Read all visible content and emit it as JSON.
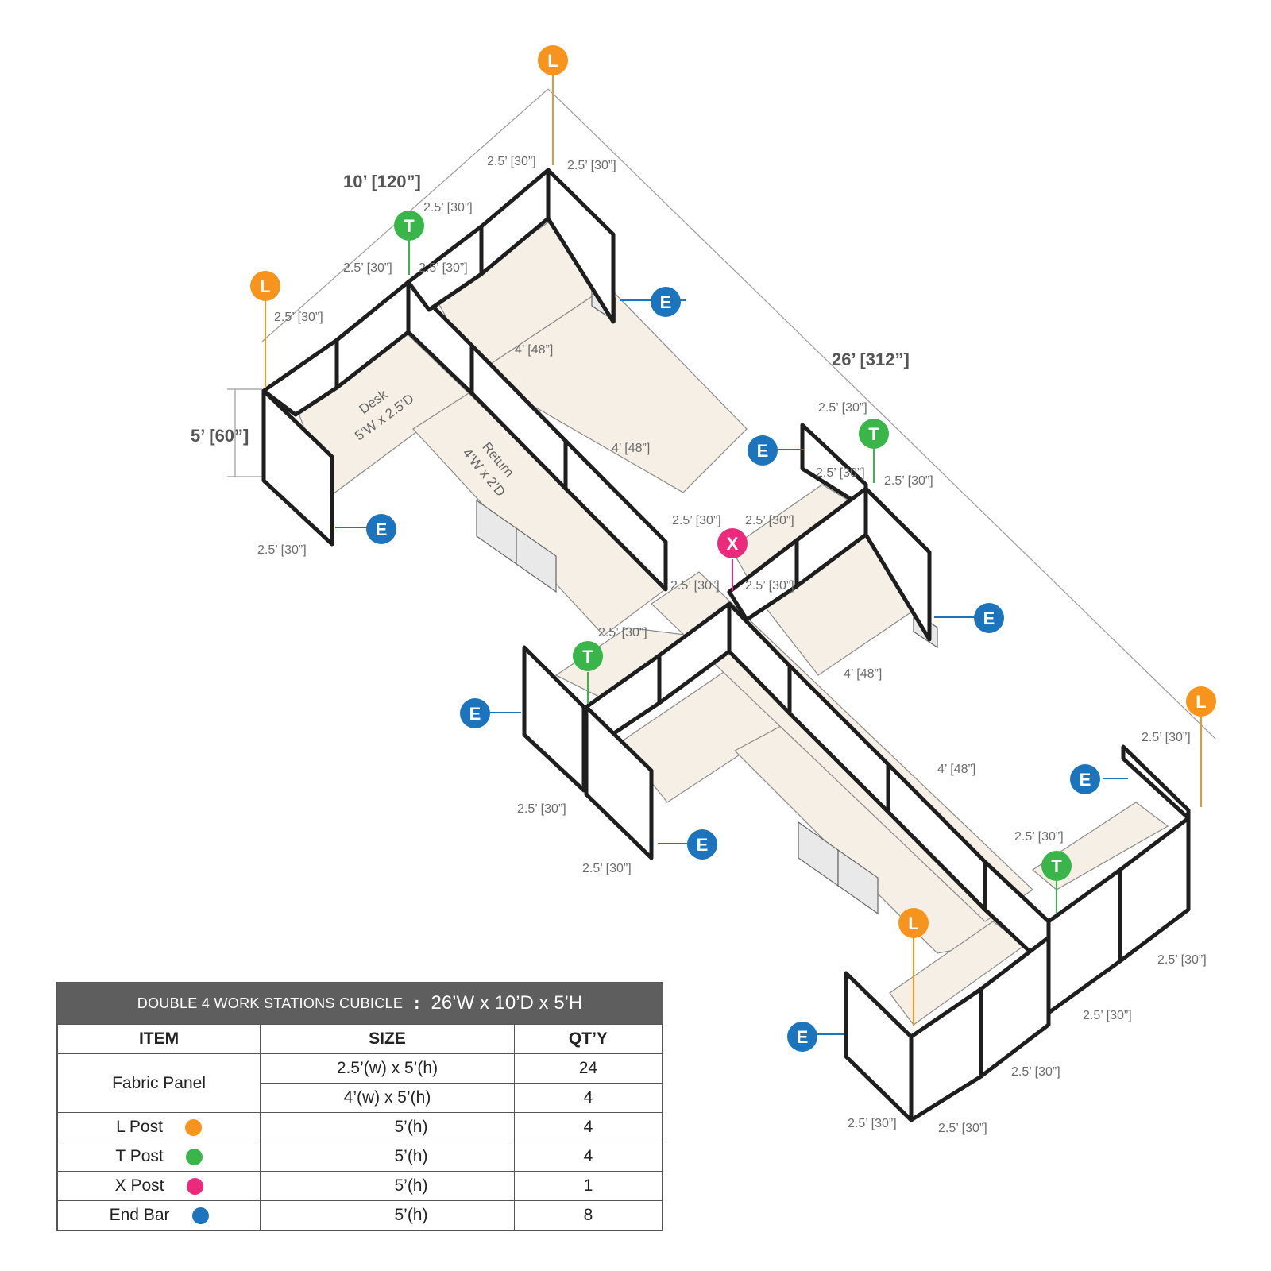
{
  "dimensions": {
    "depth": "10’ [120”]",
    "width": "26’ [312”]",
    "height": "5’ [60”]",
    "seg_30": "2.5’ [30”]",
    "seg_48": "4’ [48”]"
  },
  "desk_label": {
    "line1": "Desk",
    "line2": "5’W x 2.5’D"
  },
  "return_label": {
    "line1": "Return",
    "line2": "4’W x 2’D"
  },
  "post_letters": {
    "l": "L",
    "t": "T",
    "x": "X",
    "e": "E"
  },
  "colors": {
    "l_post": "#f7941d",
    "t_post": "#39b54a",
    "x_post": "#ec2a7b",
    "end_bar": "#1c75bc",
    "surface": "#f6efe6",
    "panel": "#ffffff",
    "frame": "#1e1e1e"
  },
  "table": {
    "title": "DOUBLE 4 WORK STATIONS  CUBICLE",
    "colon": ":",
    "size": "26’W x 10’D x 5’H",
    "headers": [
      "ITEM",
      "SIZE",
      "QT’Y"
    ],
    "fabric_panel": {
      "item": "Fabric Panel",
      "rows": [
        {
          "size": "2.5’(w) x 5’(h)",
          "qty": "24"
        },
        {
          "size": "4’(w) x 5’(h)",
          "qty": "4"
        }
      ]
    },
    "posts": [
      {
        "item": "L Post",
        "size": "5’(h)",
        "qty": "4",
        "color": "#f7941d"
      },
      {
        "item": "T Post",
        "size": "5’(h)",
        "qty": "4",
        "color": "#39b54a"
      },
      {
        "item": "X Post",
        "size": "5’(h)",
        "qty": "1",
        "color": "#ec2a7b"
      },
      {
        "item": "End Bar",
        "size": "5’(h)",
        "qty": "8",
        "color": "#1c75bc"
      }
    ]
  }
}
